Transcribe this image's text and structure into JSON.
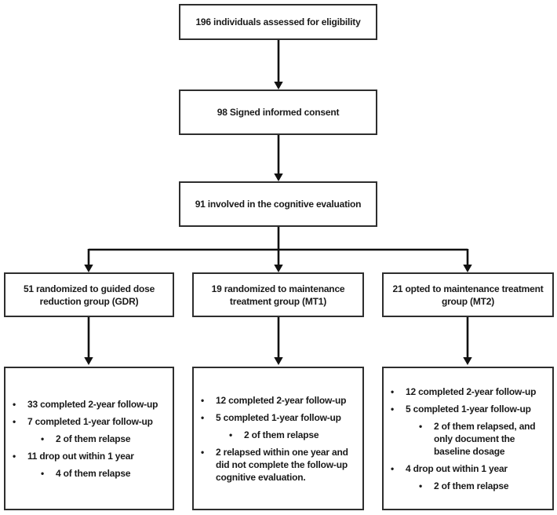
{
  "bullet_char": "•",
  "colors": {
    "ink": "#1a1a1a",
    "box_border": "#2e2e2e",
    "background": "#ffffff"
  },
  "flow": {
    "eligibility": {
      "text": "196 individuals assessed for eligibility"
    },
    "consent": {
      "text": "98 Signed informed consent"
    },
    "cognitive": {
      "text": "91 involved in the cognitive evaluation"
    },
    "groups": [
      {
        "id": "GDR",
        "label": "51 randomized to guided dose reduction group (GDR)"
      },
      {
        "id": "MT1",
        "label": "19 randomized to maintenance treatment group (MT1)"
      },
      {
        "id": "MT2",
        "label": "21 opted to maintenance treatment group (MT2)"
      }
    ],
    "outcomes": [
      {
        "group": "GDR",
        "items": [
          {
            "level": 1,
            "text": "33 completed 2-year follow-up"
          },
          {
            "level": 1,
            "text": "7 completed 1-year follow-up"
          },
          {
            "level": 2,
            "text": "2 of them relapse"
          },
          {
            "level": 1,
            "text": "11 drop out within 1 year"
          },
          {
            "level": 2,
            "text": "4 of them relapse"
          }
        ]
      },
      {
        "group": "MT1",
        "items": [
          {
            "level": 1,
            "text": "12 completed 2-year follow-up"
          },
          {
            "level": 1,
            "text": "5 completed 1-year follow-up"
          },
          {
            "level": 2,
            "text": "2 of them relapse"
          },
          {
            "level": 1,
            "text": "2 relapsed within one year and did not complete the follow-up cognitive evaluation."
          }
        ]
      },
      {
        "group": "MT2",
        "items": [
          {
            "level": 1,
            "text": "12 completed 2-year follow-up"
          },
          {
            "level": 1,
            "text": "5 completed 1-year follow-up"
          },
          {
            "level": 2,
            "text": "2 of them relapsed, and only document the baseline dosage"
          },
          {
            "level": 1,
            "text": "4 drop out within 1 year"
          },
          {
            "level": 2,
            "text": "2 of them relapse"
          }
        ]
      }
    ]
  }
}
